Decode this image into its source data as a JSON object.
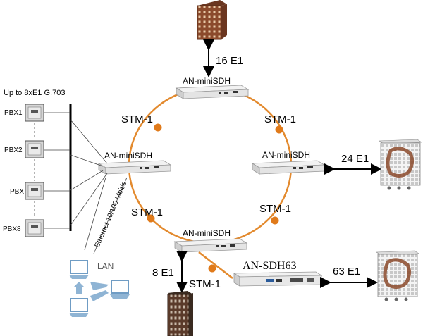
{
  "colors": {
    "ring": "#e38a2e",
    "ring_dot": "#e07a1a",
    "building": "#8b4a2c",
    "lan": "#8fb4d4",
    "device": "#e4e4e4"
  },
  "top": {
    "device_label": "AN-miniSDH",
    "link_label": "16 E1"
  },
  "left": {
    "device_label": "AN-miniSDH",
    "bus_label": "Up to 8xE1 G.703",
    "pbx": [
      "PBX1",
      "PBX2",
      "PBX",
      "PBX8"
    ],
    "ethernet_label": "Ethernet 10/100 Mbit/s",
    "lan_label": "LAN"
  },
  "right": {
    "device_label": "AN-miniSDH",
    "link_label": "24 E1"
  },
  "bottom": {
    "device_label": "AN-miniSDH",
    "link_label": "8 E1"
  },
  "sdh63": {
    "device_label": "AN-SDH63",
    "link_label": "63 E1",
    "stm_label": "STM-1"
  },
  "ring": {
    "stm_labels": [
      "STM-1",
      "STM-1",
      "STM-1",
      "STM-1"
    ]
  }
}
